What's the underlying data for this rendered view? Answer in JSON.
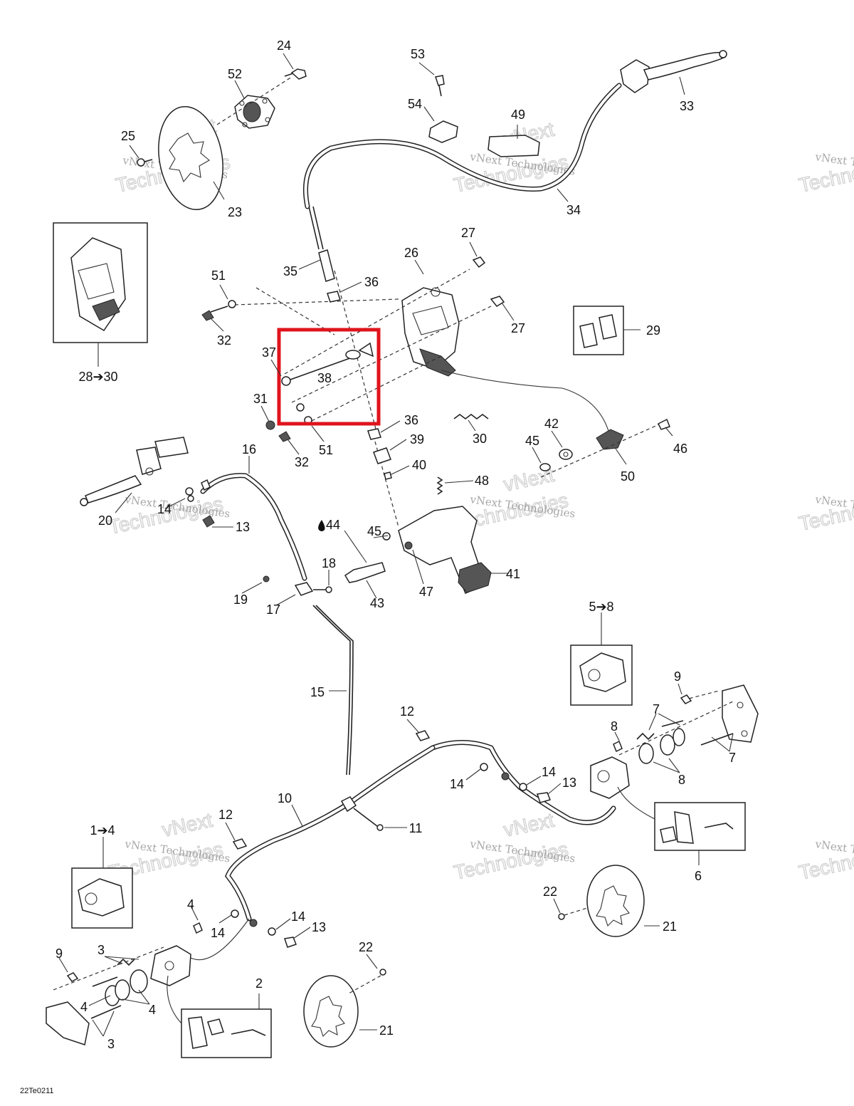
{
  "diagram_code": "22Te0211",
  "watermark": {
    "line1": "vNext Technologies",
    "line2": "vNext",
    "line3": "Technologies"
  },
  "highlight": {
    "color": "#e0141c",
    "target": "38"
  },
  "callouts": {
    "c1_4": "1➔4",
    "c2": "2",
    "c3a": "3",
    "c3b": "3",
    "c4a": "4",
    "c4b": "4",
    "c4c": "4",
    "c5_8": "5➔8",
    "c6": "6",
    "c7a": "7",
    "c7b": "7",
    "c8a": "8",
    "c8b": "8",
    "c9a": "9",
    "c9b": "9",
    "c10": "10",
    "c11": "11",
    "c12a": "12",
    "c12b": "12",
    "c13a": "13",
    "c13b": "13",
    "c13c": "13",
    "c14a": "14",
    "c14b": "14",
    "c14c": "14",
    "c14d": "14",
    "c14e": "14",
    "c15": "15",
    "c16": "16",
    "c17": "17",
    "c18": "18",
    "c19": "19",
    "c20": "20",
    "c21a": "21",
    "c21b": "21",
    "c22a": "22",
    "c22b": "22",
    "c23": "23",
    "c24": "24",
    "c25": "25",
    "c26": "26",
    "c27a": "27",
    "c27b": "27",
    "c28_30": "28➔30",
    "c29": "29",
    "c30": "30",
    "c31": "31",
    "c32a": "32",
    "c32b": "32",
    "c33": "33",
    "c34": "34",
    "c35": "35",
    "c36a": "36",
    "c36b": "36",
    "c37": "37",
    "c38": "38",
    "c39": "39",
    "c40": "40",
    "c41": "41",
    "c42": "42",
    "c43": "43",
    "c44": "44",
    "c45a": "45",
    "c45b": "45",
    "c46": "46",
    "c47": "47",
    "c48": "48",
    "c49": "49",
    "c50": "50",
    "c51a": "51",
    "c51b": "51",
    "c52": "52",
    "c53": "53",
    "c54": "54"
  }
}
